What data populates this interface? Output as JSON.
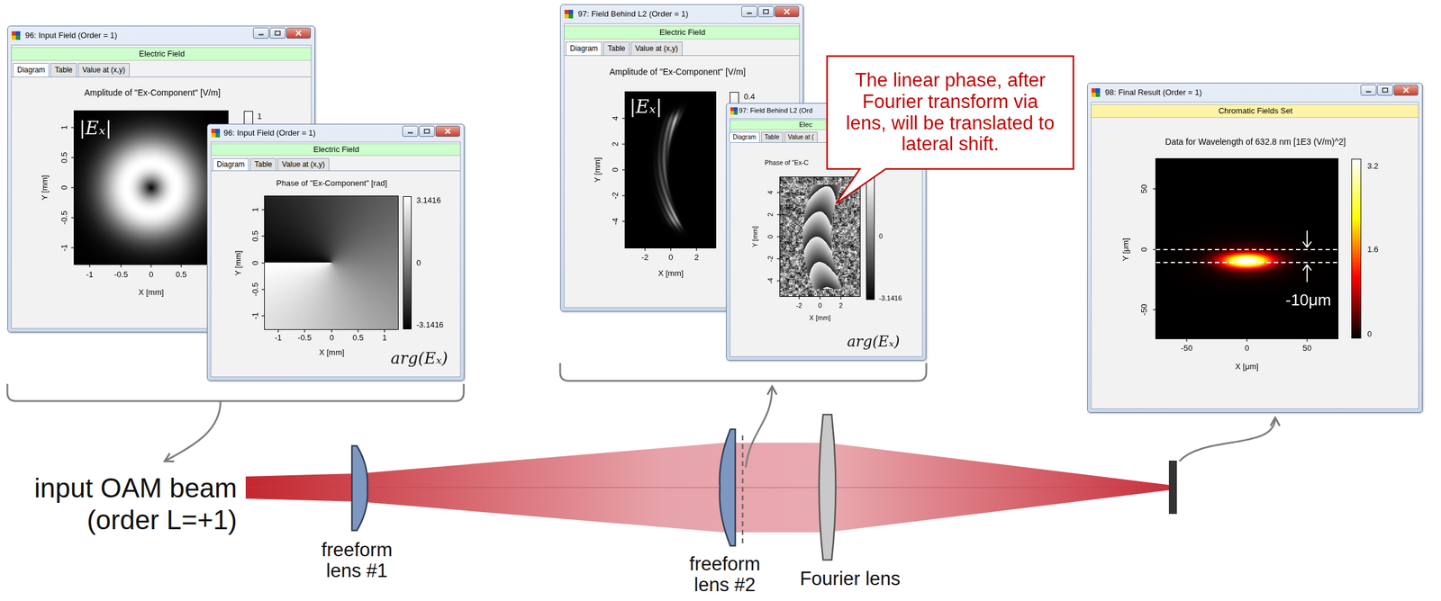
{
  "diagram": {
    "nodes": [
      {
        "text": [
          "96: Input Field (Order = 1)",
          "Electric Field",
          "Diagram",
          "Table",
          "Value at (x,y)",
          "Amplitude of \"Ex-Component\" [V/m]",
          "|Eₓ|",
          "1",
          "0.5",
          "0",
          "-0.5",
          "-1",
          "Y [mm]",
          "-1",
          "-0.5",
          "0",
          "0.5",
          "X [mm]",
          "1"
        ]
      },
      {
        "text": [
          "96: Input Field (Order = 1)",
          "Electric Field",
          "Diagram",
          "Table",
          "Value at (x,y)",
          "Phase of \"Ex-Component\" [rad]",
          "1",
          "0.5",
          "0",
          "-0.5",
          "-1",
          "Y [mm]",
          "-1",
          "-0.5",
          "0",
          "0.5",
          "1",
          "X [mm]",
          "3.1416",
          "0",
          "-3.1416",
          "arg(Eₓ)"
        ]
      },
      {
        "text": [
          "97: Field Behind L2 (Order = 1)",
          "Electric Field",
          "Diagram",
          "Table",
          "Value at (x,y)",
          "Amplitude of \"Ex-Component\" [V/m]",
          "|Eₓ|",
          "4",
          "2",
          "0",
          "-2",
          "-4",
          "Y [mm]",
          "-2",
          "0",
          "2",
          "X [mm]",
          "0.4"
        ]
      },
      {
        "text": [
          "97: Field Behind L2 (Ord",
          "Elec",
          "Diagram",
          "Table",
          "Value at (",
          "Phase of \"Ex-C",
          "4",
          "2",
          "0",
          "-2",
          "-4",
          "Y [mm]",
          "-2",
          "0",
          "2",
          "X [mm]",
          "0",
          "-3.1416",
          "arg(Eₓ)"
        ]
      },
      {
        "text": [
          "98: Final Result (Order = 1)",
          "Chromatic Fields Set",
          "Data for Wavelength of 632.8 nm [1E3 (V/m)^2]",
          "50",
          "0",
          "-50",
          "Y [μm]",
          "-50",
          "0",
          "50",
          "X [μm]",
          "3.2",
          "1.6",
          "0",
          "-10μm"
        ]
      },
      {
        "text": [
          "The linear phase, after Fourier transform via lens, will be translated to lateral shift."
        ]
      }
    ],
    "labels": [
      "input OAM beam (order L=+1)",
      "freeform lens #1",
      "freeform lens #2",
      "Fourier lens"
    ]
  }
}
